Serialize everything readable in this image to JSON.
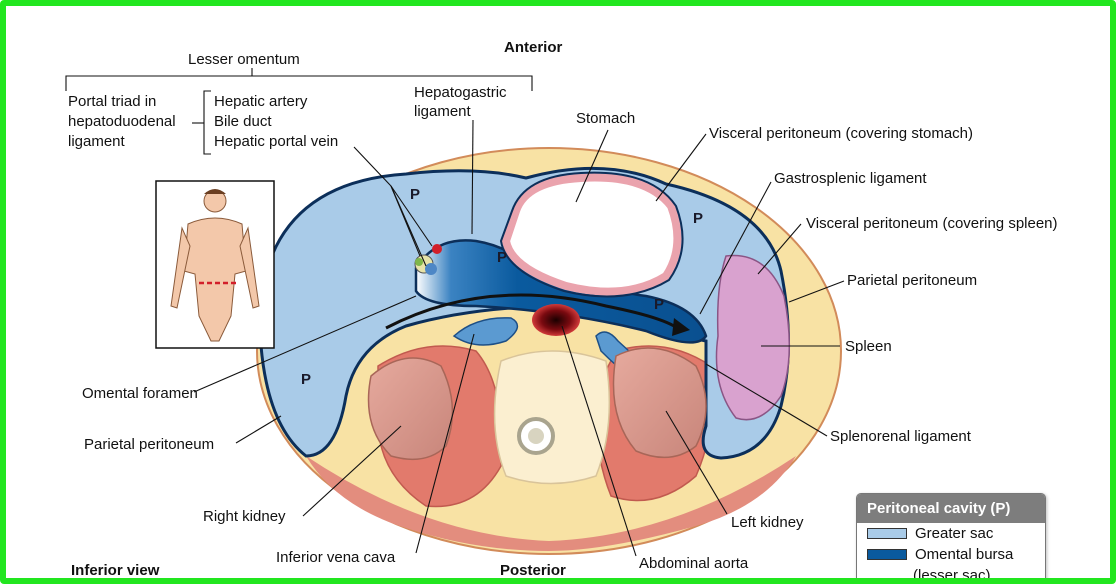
{
  "colors": {
    "frame": "#22e61f",
    "fat": "#f8e2a4",
    "greater_sac": "#a9cbe8",
    "omental_bursa": "#0a5a9e",
    "spleen": "#d9a2cf",
    "kidney": "#d7968a",
    "muscle": "#e17b6e",
    "vertebra": "#fbefd0",
    "stomach_wall": "#eaa3ad",
    "aorta": "#a3101a"
  },
  "labels": {
    "anterior": "Anterior",
    "posterior": "Posterior",
    "inferior_view": "Inferior view",
    "lesser_omentum": "Lesser omentum",
    "portal_triad": [
      "Portal triad in",
      "hepatoduodenal",
      "ligament"
    ],
    "hepatic_artery": "Hepatic artery",
    "bile_duct": "Bile duct",
    "hepatic_portal_vein": "Hepatic portal vein",
    "hepatogastric": [
      "Hepatogastric",
      "ligament"
    ],
    "stomach": "Stomach",
    "visceral_peritoneum_stomach": "Visceral peritoneum (covering stomach)",
    "gastrosplenic": "Gastrosplenic ligament",
    "visceral_peritoneum_spleen": "Visceral peritoneum (covering spleen)",
    "parietal_peritoneum_right": "Parietal peritoneum",
    "spleen": "Spleen",
    "splenorenal": "Splenorenal ligament",
    "left_kidney": "Left kidney",
    "abdominal_aorta": "Abdominal aorta",
    "inferior_vena_cava": "Inferior vena cava",
    "right_kidney": "Right kidney",
    "parietal_peritoneum_left": "Parietal peritoneum",
    "omental_foramen": "Omental foramen",
    "p_mark": "P"
  },
  "legend": {
    "title": "Peritoneal cavity (P)",
    "items": [
      {
        "label": "Greater sac",
        "color": "#a9cbe8"
      },
      {
        "label": "Omental bursa",
        "color": "#0a5a9e"
      },
      {
        "label": "(lesser sac)",
        "color": ""
      }
    ]
  }
}
